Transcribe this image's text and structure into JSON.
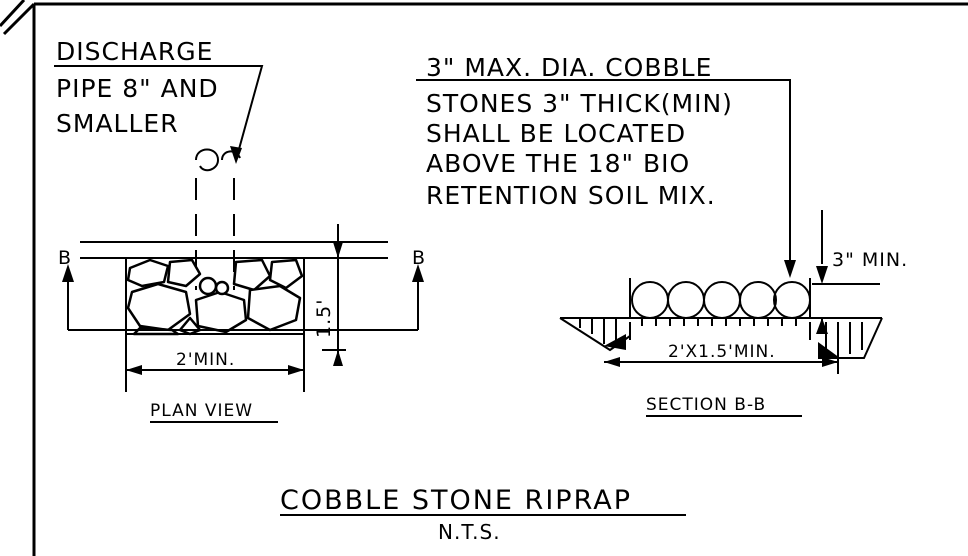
{
  "callouts": {
    "discharge_line1": "DISCHARGE",
    "discharge_line2": "PIPE 8\" AND",
    "discharge_line3": "SMALLER",
    "cobble_line1": "3\" MAX. DIA. COBBLE",
    "cobble_line2": "STONES 3\" THICK(MIN)",
    "cobble_line3": "SHALL BE LOCATED",
    "cobble_line4": "ABOVE THE 18\" BIO",
    "cobble_line5": "RETENTION SOIL MIX."
  },
  "plan_view": {
    "section_mark_left": "B",
    "section_mark_right": "B",
    "dim_width": "2'MIN.",
    "dim_depth": "1.5'",
    "label": "PLAN VIEW"
  },
  "section_view": {
    "dim_thickness": "3\" MIN.",
    "dim_size": "2'X1.5'MIN.",
    "label": "SECTION B-B"
  },
  "title": {
    "main": "COBBLE STONE RIPRAP",
    "scale": "N.T.S."
  },
  "colors": {
    "ink": "#000000",
    "paper": "#ffffff"
  }
}
